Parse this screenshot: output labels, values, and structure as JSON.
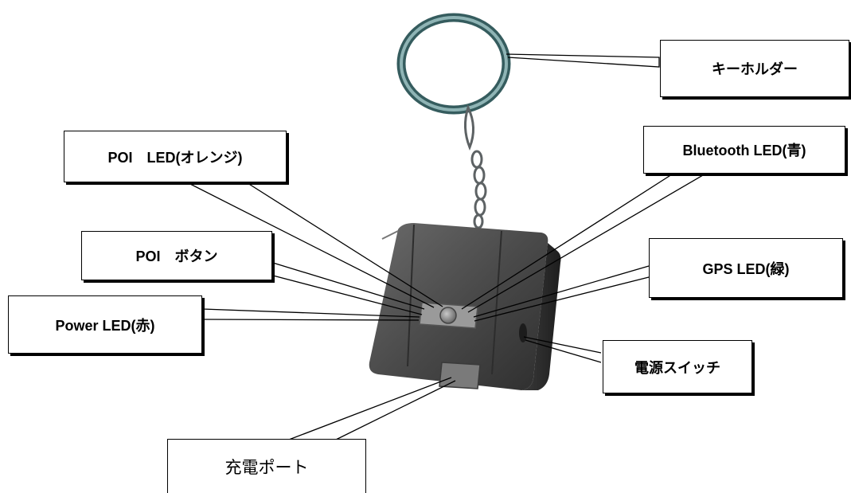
{
  "labels": {
    "keyholder": "キーホルダー",
    "poi_led": "POI　LED(オレンジ)",
    "bluetooth_led": "Bluetooth LED(青)",
    "poi_button": "POI　ボタン",
    "gps_led": "GPS LED(緑)",
    "power_led": "Power LED(赤)",
    "power_switch": "電源スイッチ",
    "charge_port": "充電ポート"
  },
  "colors": {
    "device_body": "#4a4a4a",
    "device_shadow": "#2e2e2e",
    "ring_metal": "#5f8a8c",
    "chain_metal": "#6a6e70",
    "callout_border": "#000000",
    "background": "#ffffff"
  }
}
